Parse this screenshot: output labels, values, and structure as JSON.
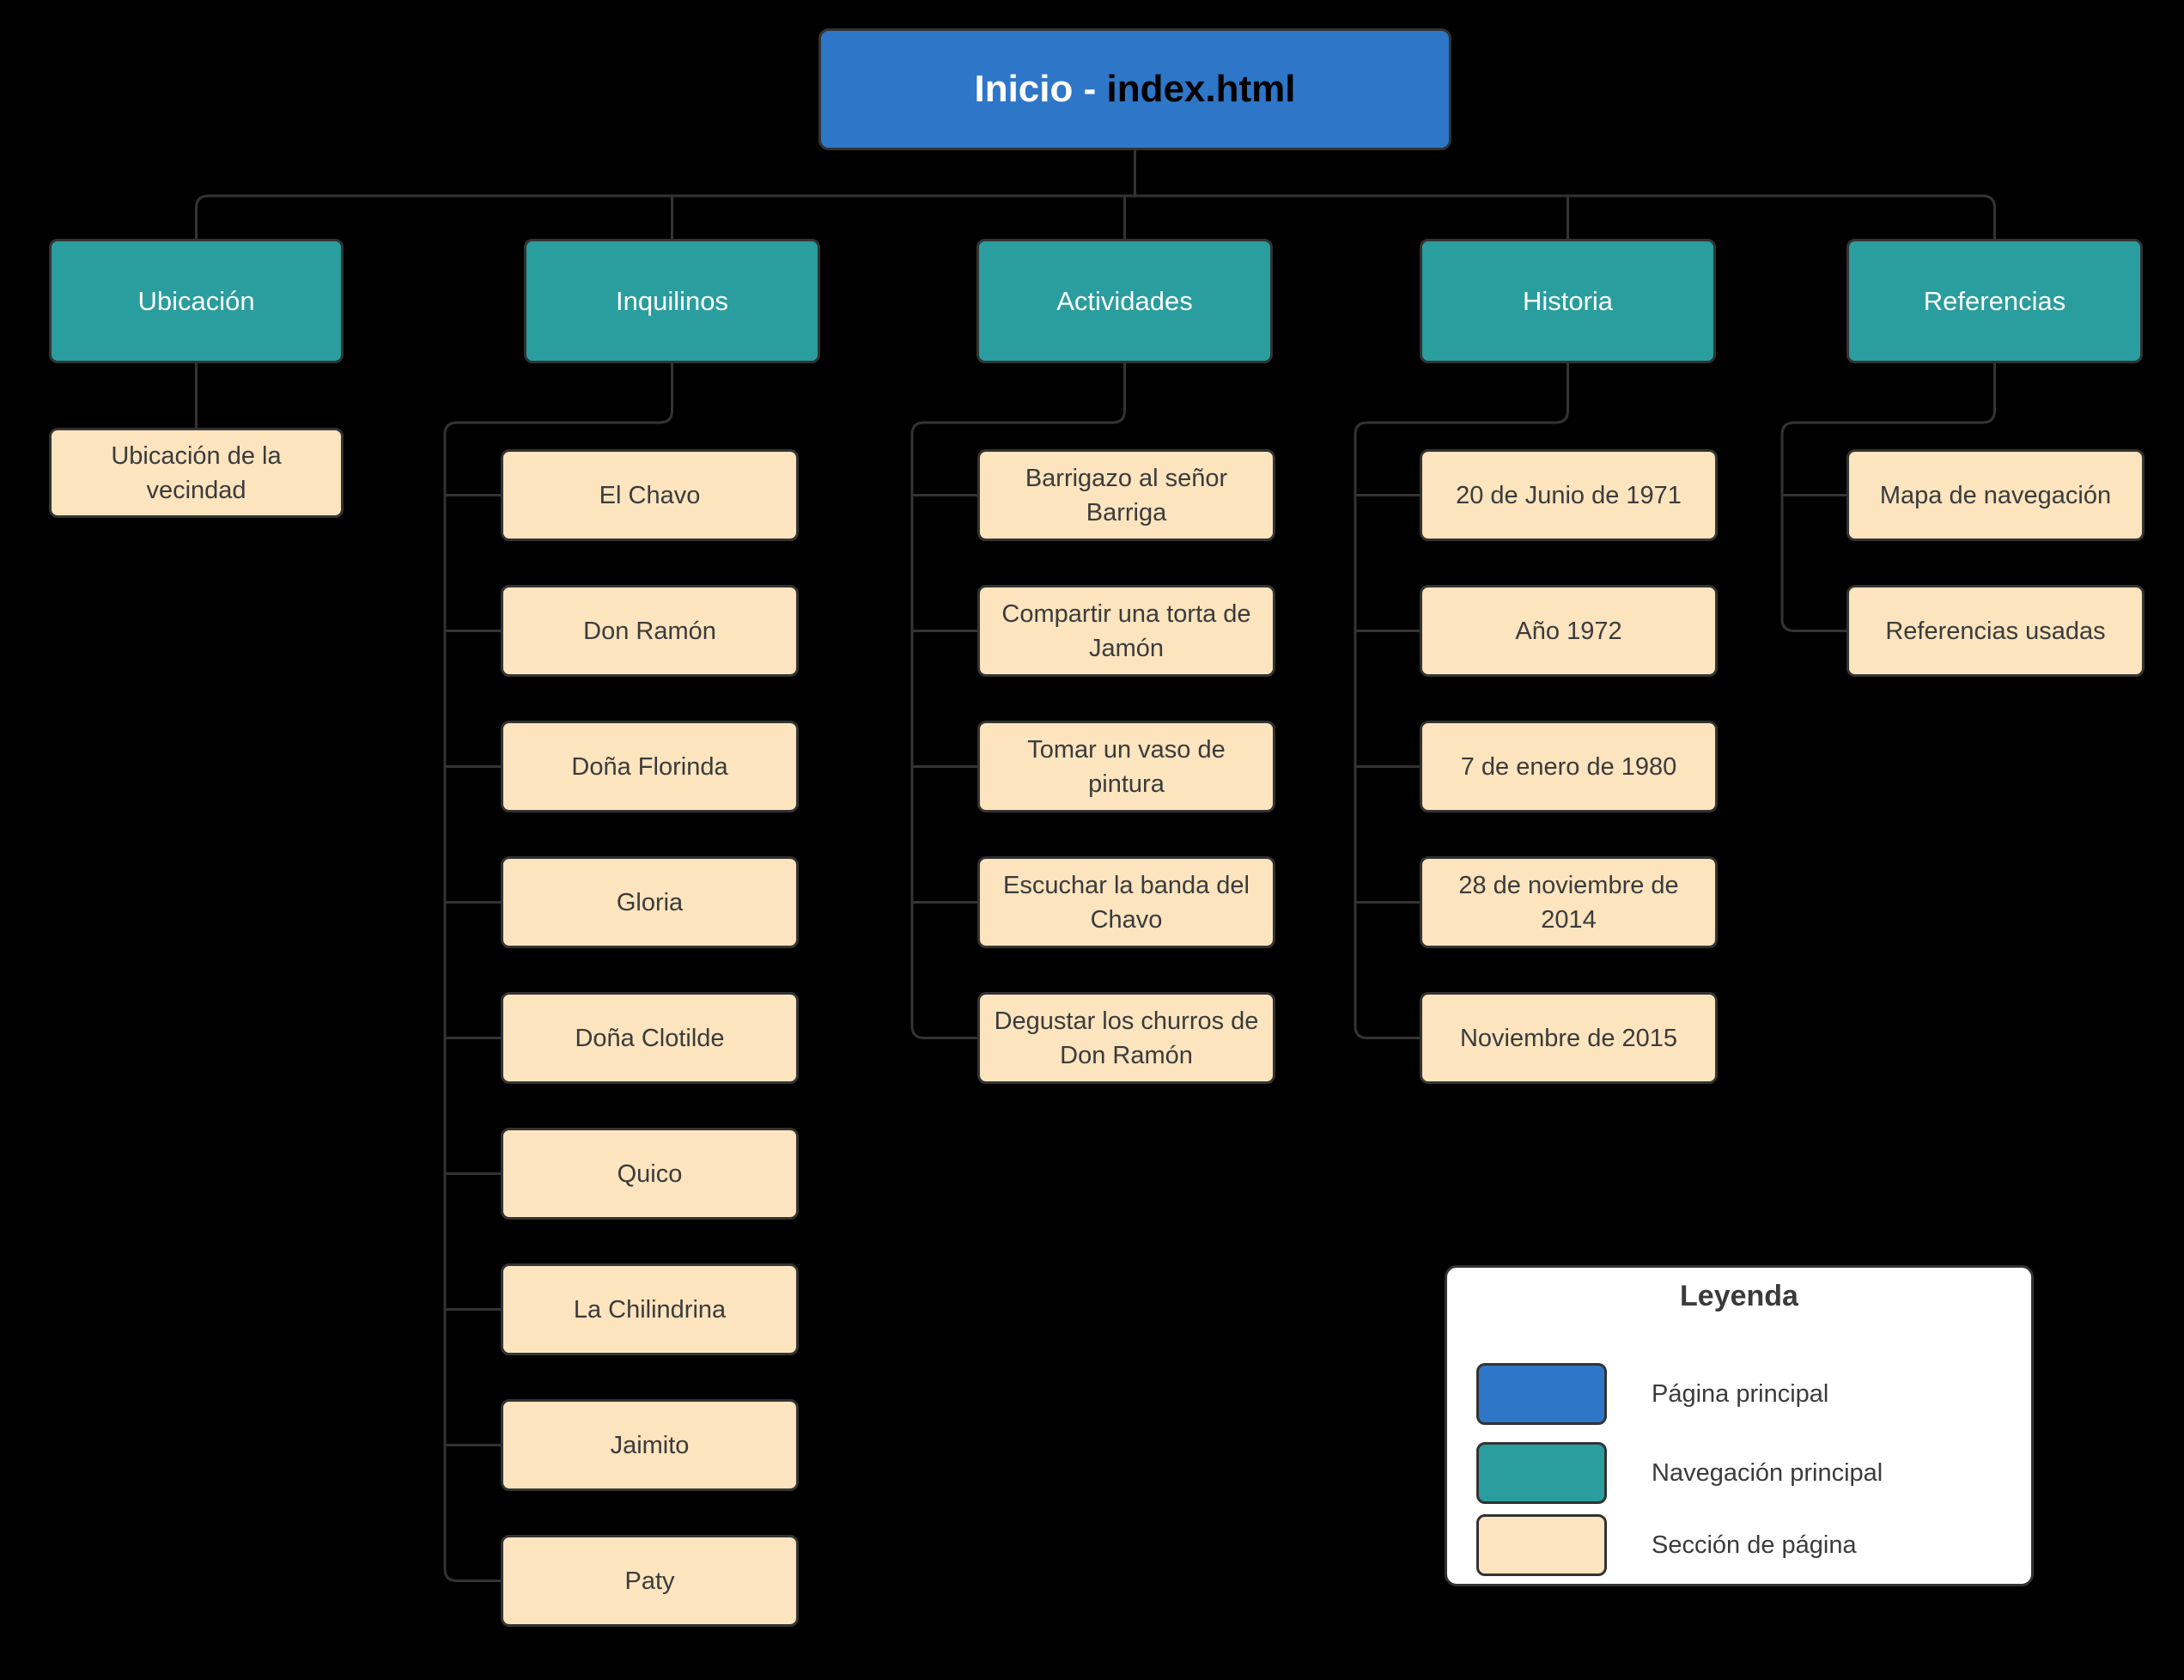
{
  "background": "#000000",
  "colors": {
    "primary_page": "#2E76C8",
    "main_navigation": "#2A9D9E",
    "page_section": "#FCE4BE",
    "connector_line": "#333333",
    "dark_text": "#3B3B3B",
    "light_text": "#FFFFFF",
    "legend_background": "#FFFFFF"
  },
  "root": {
    "title_prefix": "Inicio - ",
    "title_suffix": "index.html"
  },
  "columns": [
    {
      "id": "ubicacion",
      "label": "Ubicación",
      "children": [
        "Ubicación de la vecindad"
      ]
    },
    {
      "id": "inquilinos",
      "label": "Inquilinos",
      "children": [
        "El Chavo",
        "Don Ramón",
        "Doña Florinda",
        "Gloria",
        "Doña Clotilde",
        "Quico",
        "La Chilindrina",
        "Jaimito",
        "Paty"
      ]
    },
    {
      "id": "actividades",
      "label": "Actividades",
      "children": [
        "Barrigazo al señor Barriga",
        "Compartir una torta de Jamón",
        "Tomar un vaso de pintura",
        "Escuchar la banda del Chavo",
        "Degustar los churros de Don Ramón"
      ]
    },
    {
      "id": "historia",
      "label": "Historia",
      "children": [
        "20 de Junio de 1971",
        "Año 1972",
        "7 de enero de 1980",
        "28 de noviembre de 2014",
        "Noviembre de 2015"
      ]
    },
    {
      "id": "referencias",
      "label": "Referencias",
      "children": [
        "Mapa de navegación",
        "Referencias usadas"
      ]
    }
  ],
  "legend": {
    "title": "Leyenda",
    "items": [
      {
        "swatch": "#2E76C8",
        "label": "Página principal"
      },
      {
        "swatch": "#2A9D9E",
        "label": "Navegación principal"
      },
      {
        "swatch": "#FCE4BE",
        "label": "Sección de página"
      }
    ]
  }
}
